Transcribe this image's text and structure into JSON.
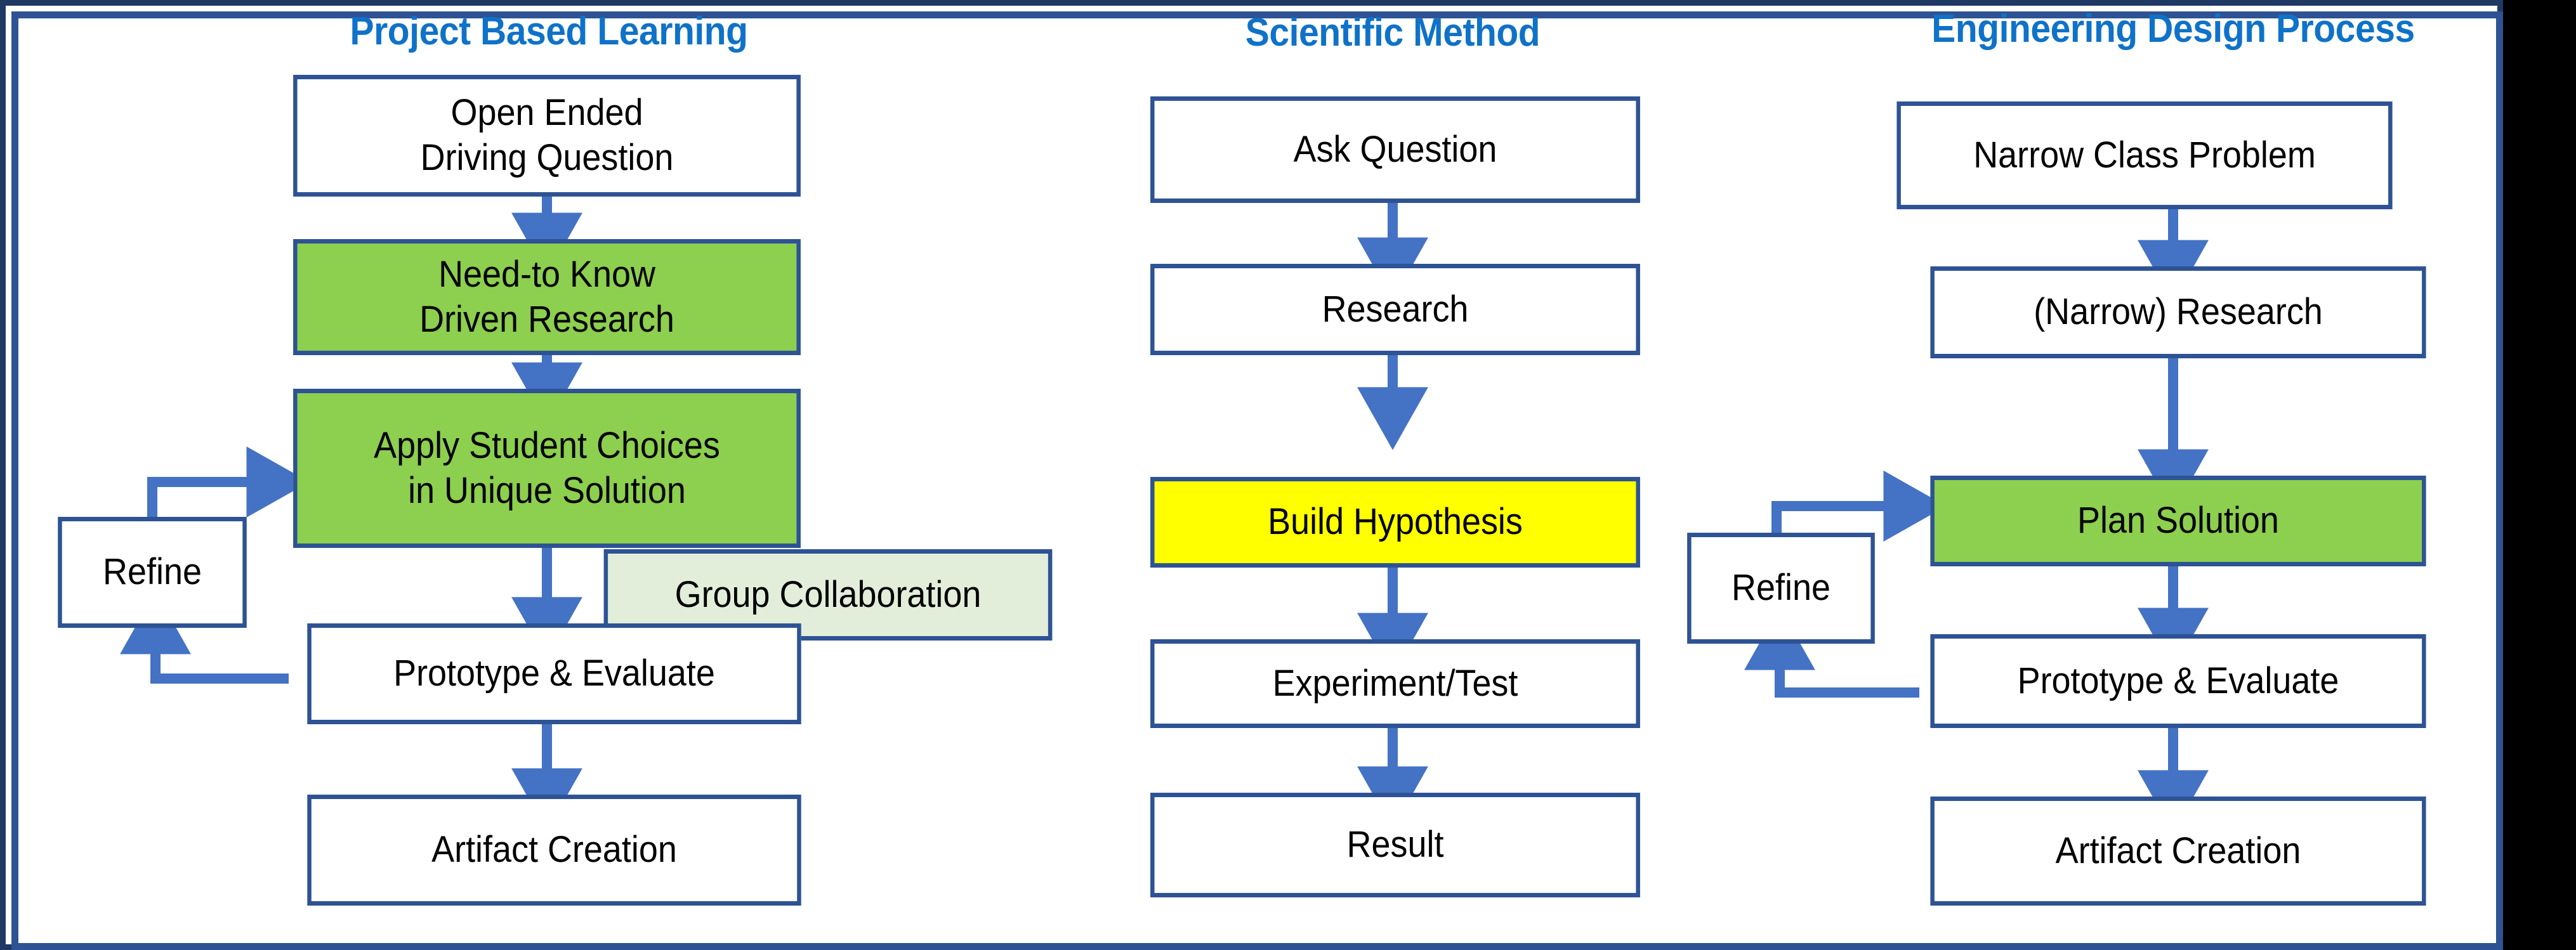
{
  "figure": {
    "kind": "process-comparison-flowchart",
    "frame_color": "#2E5394",
    "outer_frame_color": "#1F3864",
    "title_color": "#0F72C9",
    "arrow_color": "#4472C4",
    "box_border_color": "#2E5394",
    "fill_green": "#8DCF4E",
    "fill_yellow": "#FFFF00",
    "fill_light_green": "#E2EEDA",
    "fill_white": "#FFFFFF"
  },
  "columns": [
    {
      "id": "project-based-learning",
      "title": "Project Based Learning",
      "nodes": [
        {
          "id": "open-ended-driving-question",
          "lines": [
            "Open Ended",
            "Driving Question"
          ],
          "fill": "white"
        },
        {
          "id": "need-to-know-driven-research",
          "lines": [
            "Need-to Know",
            "Driven Research"
          ],
          "fill": "green"
        },
        {
          "id": "apply-student-choices",
          "lines": [
            "Apply Student Choices",
            "in Unique Solution"
          ],
          "fill": "green"
        },
        {
          "id": "group-collaboration",
          "lines": [
            "Group Collaboration"
          ],
          "fill": "light-green"
        },
        {
          "id": "prototype-evaluate",
          "lines": [
            "Prototype & Evaluate"
          ],
          "fill": "white"
        },
        {
          "id": "refine",
          "lines": [
            "Refine"
          ],
          "fill": "white"
        },
        {
          "id": "artifact-creation",
          "lines": [
            "Artifact Creation"
          ],
          "fill": "white"
        }
      ]
    },
    {
      "id": "scientific-method",
      "title": "Scientific Method",
      "nodes": [
        {
          "id": "ask-question",
          "lines": [
            "Ask Question"
          ],
          "fill": "white"
        },
        {
          "id": "research",
          "lines": [
            "Research"
          ],
          "fill": "white"
        },
        {
          "id": "build-hypothesis",
          "lines": [
            "Build Hypothesis"
          ],
          "fill": "yellow"
        },
        {
          "id": "experiment-test",
          "lines": [
            "Experiment/Test"
          ],
          "fill": "white"
        },
        {
          "id": "result",
          "lines": [
            "Result"
          ],
          "fill": "white"
        }
      ]
    },
    {
      "id": "engineering-design-process",
      "title": "Engineering Design Process",
      "nodes": [
        {
          "id": "narrow-class-problem",
          "lines": [
            "Narrow Class Problem"
          ],
          "fill": "white"
        },
        {
          "id": "narrow-research",
          "lines": [
            "(Narrow) Research"
          ],
          "fill": "white"
        },
        {
          "id": "plan-solution",
          "lines": [
            "Plan Solution"
          ],
          "fill": "green"
        },
        {
          "id": "prototype-evaluate",
          "lines": [
            "Prototype & Evaluate"
          ],
          "fill": "white"
        },
        {
          "id": "refine",
          "lines": [
            "Refine"
          ],
          "fill": "white"
        },
        {
          "id": "artifact-creation",
          "lines": [
            "Artifact Creation"
          ],
          "fill": "white"
        }
      ]
    }
  ],
  "flows": {
    "pbl": [
      "Open Ended Driving Question -> Need-to Know Driven Research",
      "Need-to Know Driven Research -> Apply Student Choices in Unique Solution",
      "Apply Student Choices in Unique Solution -> Prototype & Evaluate",
      "Prototype & Evaluate -> Refine",
      "Refine -> Apply Student Choices in Unique Solution",
      "Prototype & Evaluate -> Artifact Creation"
    ],
    "sm": [
      "Ask Question -> Research",
      "Research -> Build Hypothesis",
      "Build Hypothesis -> Experiment/Test",
      "Experiment/Test -> Result"
    ],
    "edp": [
      "Narrow Class Problem -> (Narrow) Research",
      "(Narrow) Research -> Plan Solution",
      "Plan Solution -> Prototype & Evaluate",
      "Prototype & Evaluate -> Refine",
      "Refine -> Plan Solution",
      "Prototype & Evaluate -> Artifact Creation"
    ]
  }
}
